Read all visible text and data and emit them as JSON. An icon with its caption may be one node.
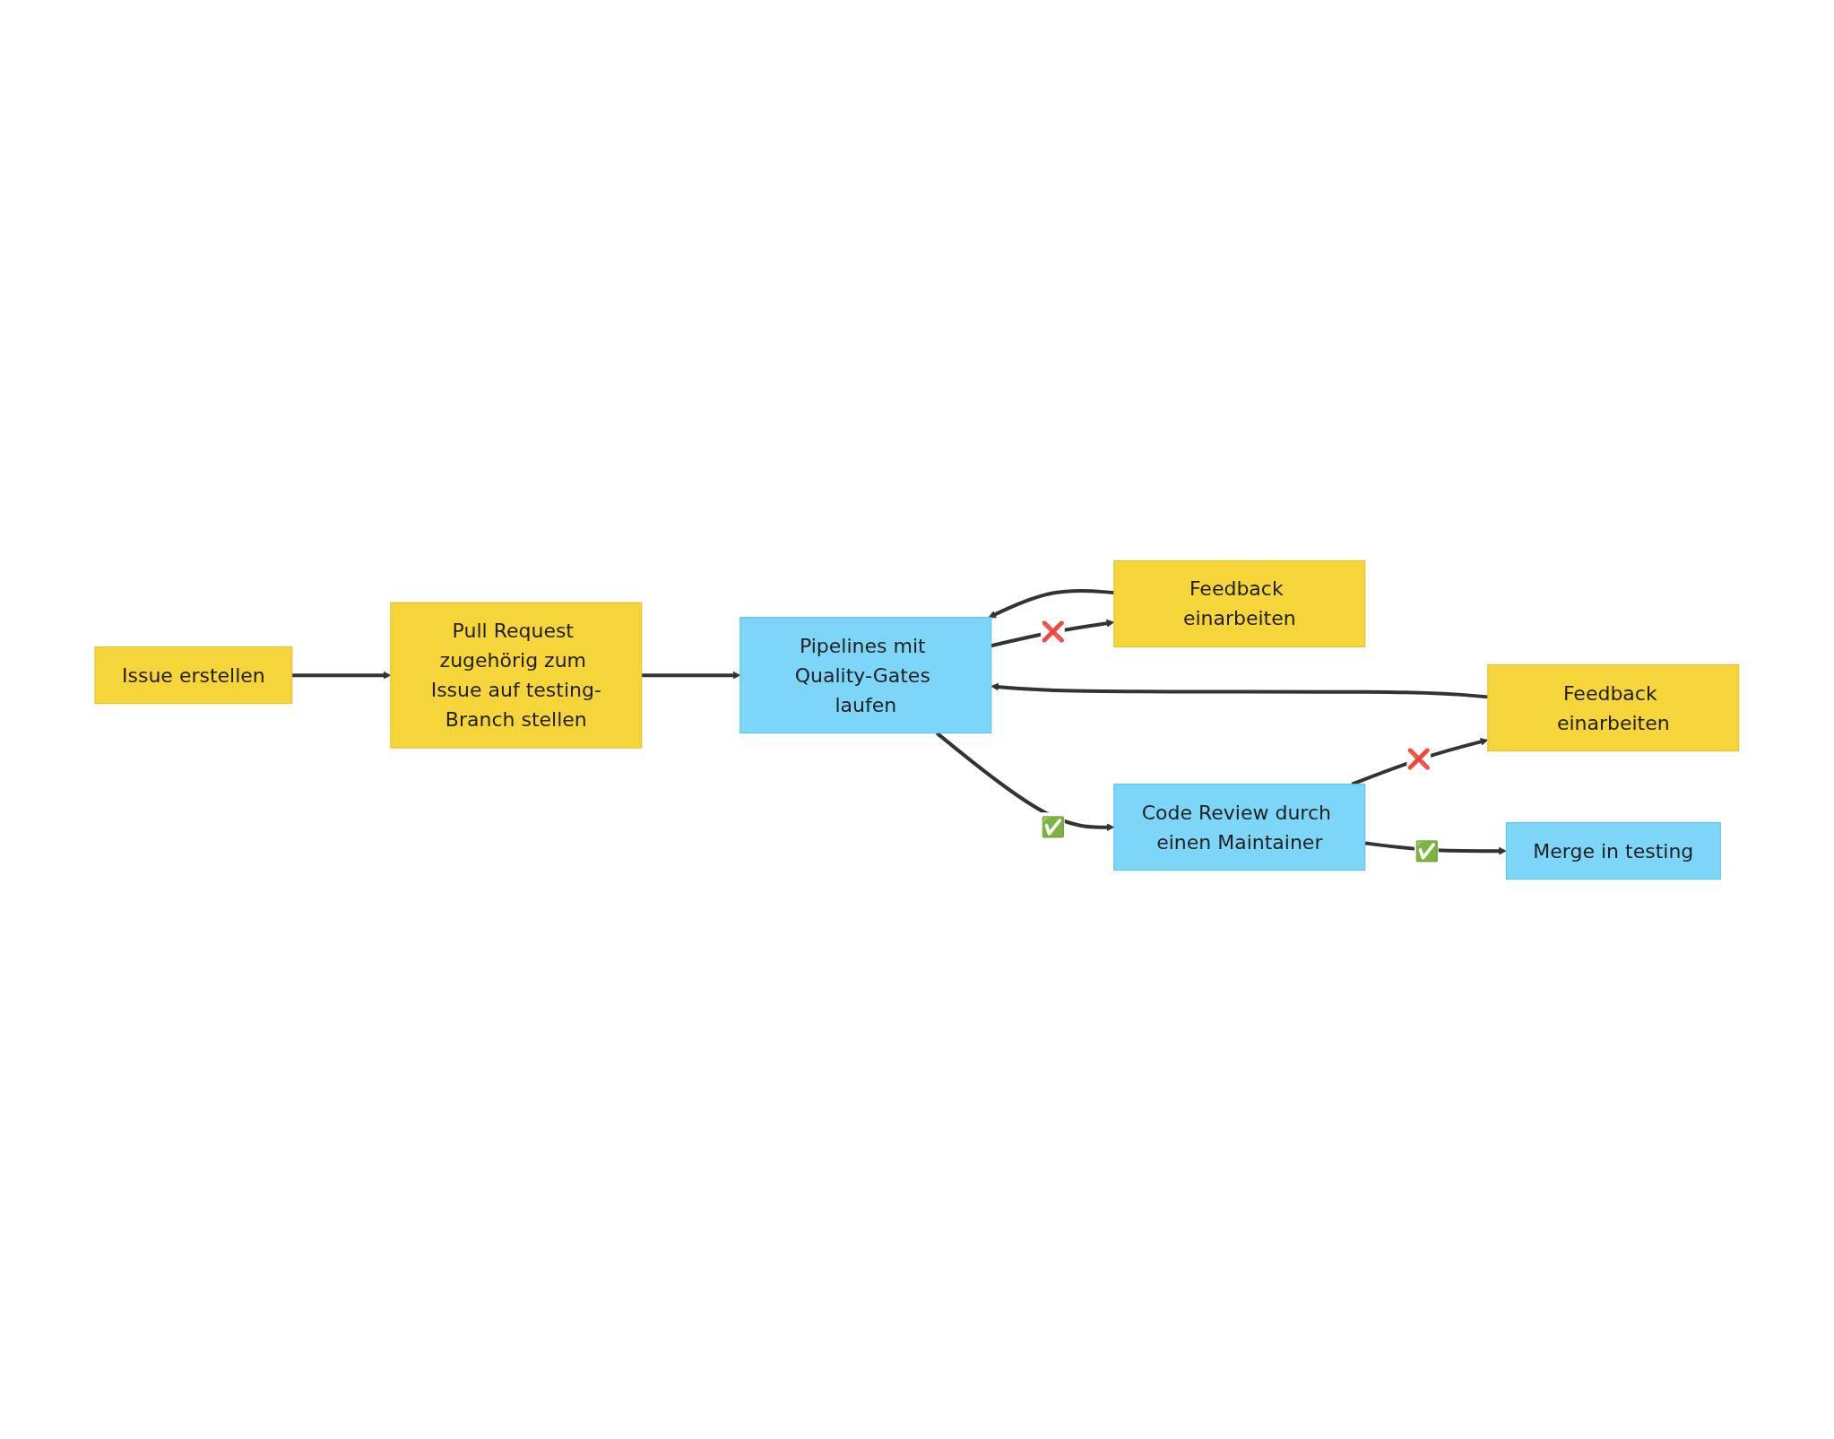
{
  "diagram": {
    "nodes": [
      {
        "text": [
          "Issue erstellen"
        ]
      },
      {
        "text": [
          "Pull Request zugehörig zum Issue auf testing-Branch stellen"
        ]
      },
      {
        "text": [
          "Pipelines mit Quality-Gates laufen"
        ]
      },
      {
        "text": [
          "Feedback einarbeiten"
        ]
      },
      {
        "text": [
          "Code Review durch einen Maintainer"
        ]
      },
      {
        "text": [
          "Feedback einarbeiten"
        ]
      },
      {
        "text": [
          "Merge in testing"
        ]
      }
    ],
    "edges": [
      {
        "from": 0,
        "to": 1,
        "arrow": "to"
      },
      {
        "from": 1,
        "to": 2,
        "arrow": "to"
      },
      {
        "from": 2,
        "to": 3,
        "arrow": "to",
        "label": "❌"
      },
      {
        "from": 3,
        "to": 2,
        "arrow": "to"
      },
      {
        "from": 2,
        "to": 4,
        "arrow": "to",
        "label": "✅"
      },
      {
        "from": 4,
        "to": 5,
        "arrow": "to",
        "label": "❌"
      },
      {
        "from": 5,
        "to": 2,
        "arrow": "to"
      },
      {
        "from": 4,
        "to": 6,
        "arrow": "to",
        "label": "✅"
      }
    ]
  }
}
